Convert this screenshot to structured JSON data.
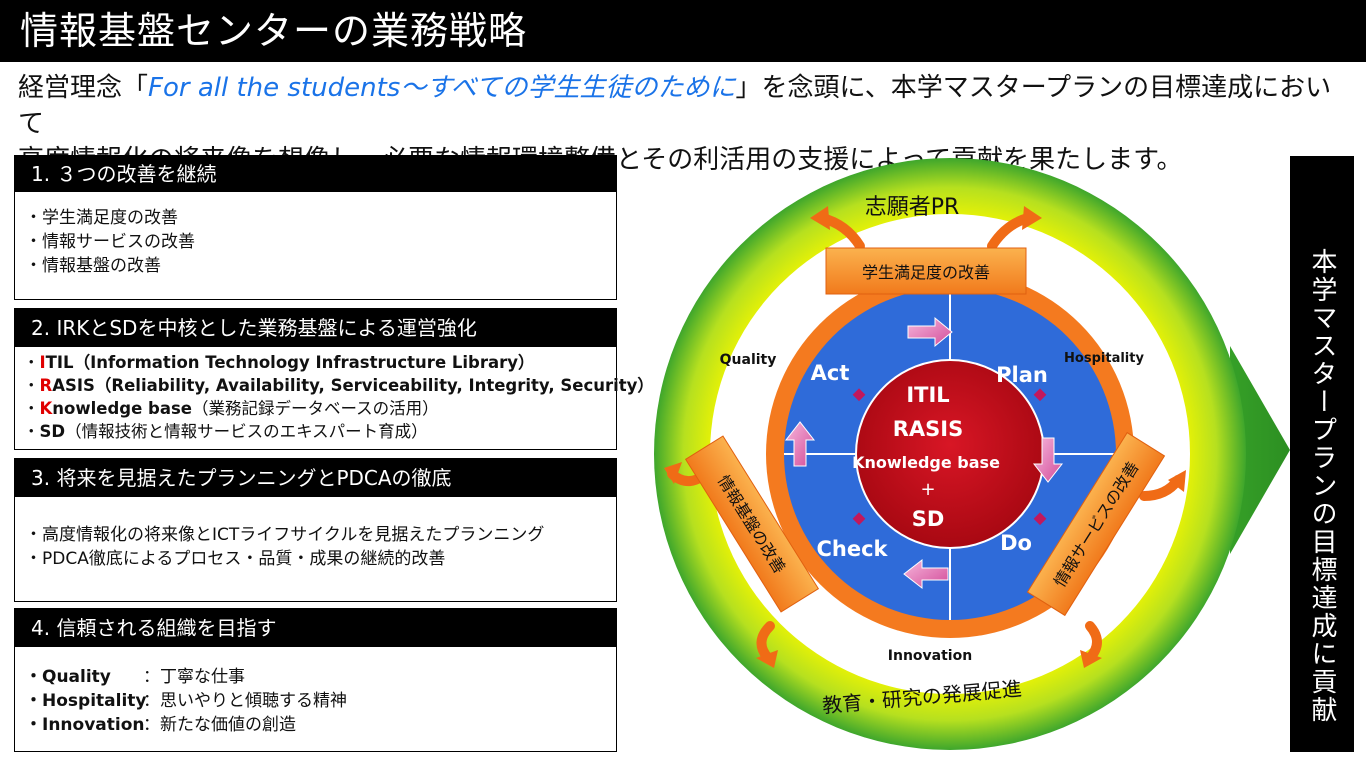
{
  "header": {
    "title": "情報基盤センターの業務戦略"
  },
  "lead": {
    "line1_prefix": "経営理念「",
    "line1_highlight": "For all the students〜すべての学生生徒のために",
    "line1_suffix": "」を念頭に、本学マスタープランの目標達成において",
    "line2": "高度情報化の将来像を想像し、必要な情報環境整備とその利活用の支援によって貢献を果たします。"
  },
  "panels": [
    {
      "title": "1. ３つの改善を継続",
      "items": [
        "・学生満足度の改善",
        "・情報サービスの改善",
        "・情報基盤の改善"
      ]
    },
    {
      "title": "2. IRKとSDを中核とした業務基盤による運営強化",
      "items": [
        {
          "dot": "・",
          "letter": "I",
          "rest_bold": "TIL",
          "rest": "（Information Technology Infrastructure Library）"
        },
        {
          "dot": "・",
          "letter": "R",
          "rest_bold": "ASIS",
          "rest": "（Reliability, Availability, Serviceability, Integrity, Security）"
        },
        {
          "dot": "・",
          "letter": "K",
          "rest_bold": "nowledge base",
          "rest": "（業務記録データベースの活用）"
        },
        {
          "dot": "・",
          "letter": "",
          "rest_bold": "SD",
          "rest": "（情報技術と情報サービスのエキスパート育成）"
        }
      ]
    },
    {
      "title": "3. 将来を見据えたプランニングとPDCAの徹底",
      "items": [
        "・高度情報化の将来像とICTライフサイクルを見据えたプランニング",
        "・PDCA徹底によるプロセス・品質・成果の継続的改善"
      ]
    },
    {
      "title": "4. 信頼される組織を目指す",
      "items": [
        {
          "key": "・Quality",
          "sep": "：",
          "val": "丁寧な仕事"
        },
        {
          "key": "・Hospitality",
          "sep": "：",
          "val": "思いやりと傾聴する精神"
        },
        {
          "key": "・Innovation",
          "sep": "：",
          "val": "新たな価値の創造"
        }
      ]
    }
  ],
  "diagram": {
    "top_label": "志願者PR",
    "bottom_label": "教育・研究の発展促進",
    "banner_top": "学生満足度の改善",
    "banner_left": "情報基盤の改善",
    "banner_right": "情報サービスの改善",
    "quality": "Quality",
    "hospitality": "Hospitality",
    "innovation": "Innovation",
    "pdca": {
      "act": "Act",
      "plan": "Plan",
      "check": "Check",
      "do": "Do"
    },
    "core": {
      "l1": "ITIL",
      "l2": "RASIS",
      "l3": "Knowledge base",
      "l4": "+",
      "l5": "SD"
    }
  },
  "goal": "本学マスタープランの目標達成に貢献",
  "colors": {
    "ring_green": "#3faa2e",
    "ring_yellow": "#f4f400",
    "orange": "#f47a1f",
    "blue": "#2f6bd9",
    "red": "#c80a1a",
    "pink": "#d9539f"
  }
}
